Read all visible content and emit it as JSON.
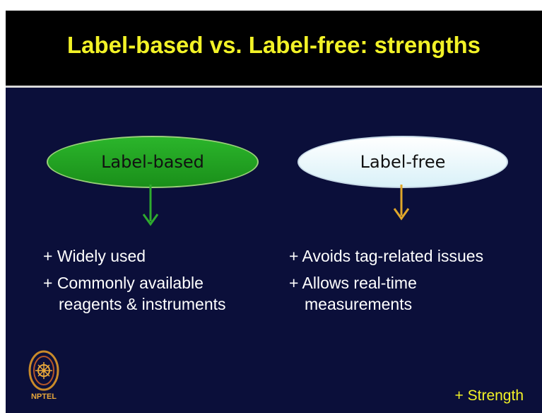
{
  "slide": {
    "title": "Label-based vs. Label-free: strengths",
    "left": {
      "heading": "Label-based",
      "bullets": [
        {
          "line1": "+ Widely used",
          "line2": ""
        },
        {
          "line1": "+ Commonly available",
          "line2": "reagents & instruments"
        }
      ]
    },
    "right": {
      "heading": "Label-free",
      "bullets": [
        {
          "line1": "+ Avoids tag-related issues",
          "line2": ""
        },
        {
          "line1": "+ Allows real-time",
          "line2": "measurements"
        }
      ]
    },
    "legend": "+ Strength",
    "logo_text": "NPTEL"
  },
  "colors": {
    "background": "#0b0f3a",
    "title": "#f2f227",
    "label_based": "#22a022",
    "label_free": "#e8f7fb",
    "green_arrow": "#2eab2e",
    "orange_arrow": "#e0a72a"
  }
}
